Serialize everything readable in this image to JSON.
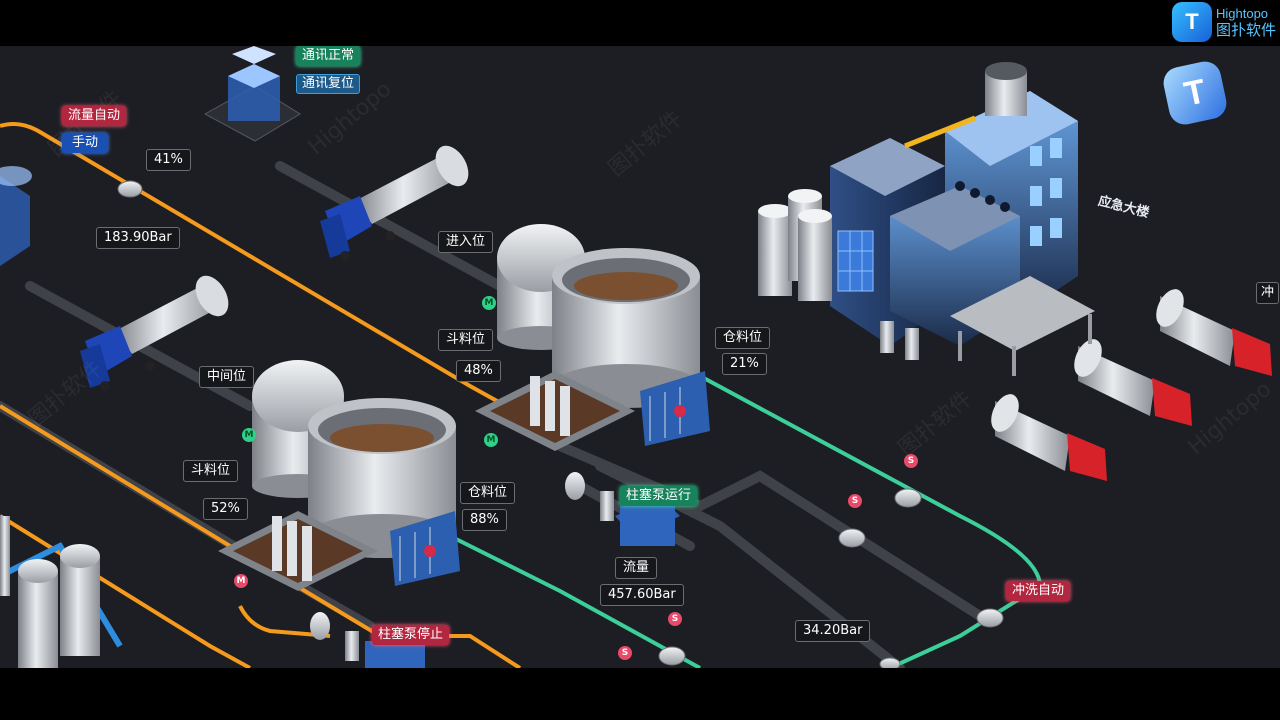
{
  "brand": {
    "en": "Hightopo",
    "cn": "图扑软件",
    "logo_letter": "T"
  },
  "watermark": {
    "cn": "图扑软件",
    "en": "Hightopo"
  },
  "building": {
    "sign": "应急大楼"
  },
  "comm": {
    "ok_label": "通讯正常",
    "reset_label": "通讯复位"
  },
  "flow_control": {
    "auto_label": "流量自动",
    "manual_label": "手动"
  },
  "readouts": {
    "pressure_left": "183.90Bar",
    "percent_left": "41%",
    "tank1_hopper_label": "斗料位",
    "tank1_hopper_value": "52%",
    "tank1_silo_label": "仓料位",
    "tank1_silo_value": "88%",
    "tank2_hopper_label": "斗料位",
    "tank2_hopper_value": "48%",
    "tank2_silo_label": "仓料位",
    "tank2_silo_value": "21%",
    "truck_in_label": "进入位",
    "truck_mid_label": "中间位",
    "flow_label": "流量",
    "flow_value": "457.60Bar",
    "pressure_right": "34.20Bar"
  },
  "pump": {
    "running": "柱塞泵运行",
    "stopped": "柱塞泵停止"
  },
  "flush": {
    "auto_label": "冲洗自动"
  },
  "badges": {
    "motor": "M",
    "sensor": "S"
  },
  "edge_label": "冲",
  "colors": {
    "pipe_orange": "#f59a1c",
    "pipe_green": "#3ccf9a",
    "pipe_gray": "#4a4d53",
    "truck_blue": "#1f46b8",
    "truck_red": "#d8222a",
    "building_blue": "#4d8fd8"
  }
}
